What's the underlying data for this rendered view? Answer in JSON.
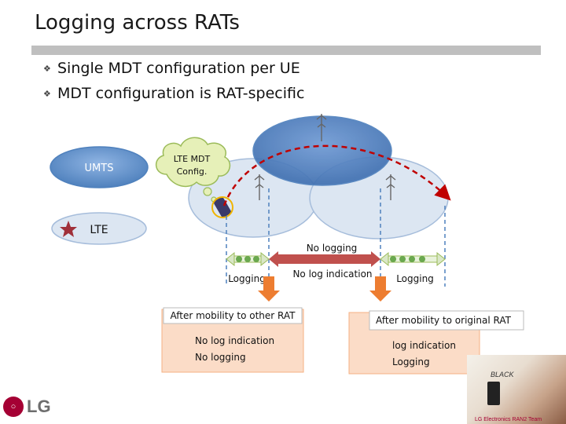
{
  "slide": {
    "title": "Logging across RATs",
    "bullets": [
      "Single MDT configuration per UE",
      "MDT configuration is RAT-specific"
    ]
  },
  "diagram": {
    "umts_label": "UMTS",
    "lte_label": "LTE",
    "cloud_text_line1": "LTE MDT",
    "cloud_text_line2": "Config.",
    "no_logging_label": "No logging",
    "logging_left": "Logging",
    "no_log_indication": "No log indication",
    "logging_right": "Logging",
    "box_left_title": "After mobility to other RAT",
    "box_left_line1": "No log indication",
    "box_left_line2": "No logging",
    "box_right_title": "After mobility to original RAT",
    "box_right_line1": "log indication",
    "box_right_line2": "Logging"
  },
  "footer": {
    "logo_text": "LG",
    "promo_brand": "BLACK",
    "promo_caption": "LG Electronics RAN2 Team"
  },
  "colors": {
    "cell_blue": "#4f81bd",
    "cell_light": "#dce6f2",
    "arrow_orange": "#ed7d31",
    "arrow_red": "#c0504d",
    "trajectory": "#c00000",
    "cloud_fill": "#e6f0b8",
    "box_fill": "#fbdcc7",
    "green_dot": "#6aa84f"
  },
  "icons": [
    "antenna-icon",
    "phone-icon",
    "star-icon",
    "lg-logo-icon"
  ]
}
